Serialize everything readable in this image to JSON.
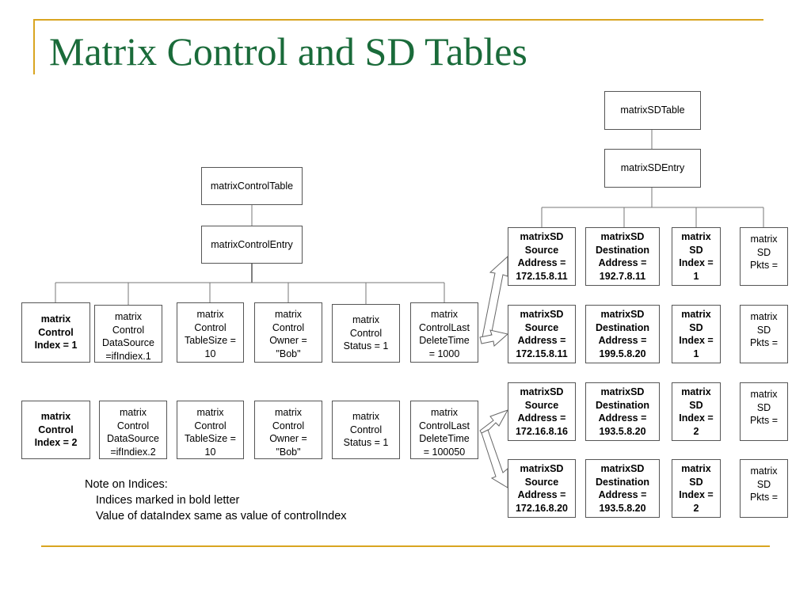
{
  "slide": {
    "title": "Matrix Control and SD Tables",
    "note": {
      "heading": "Note on Indices:",
      "line1": "Indices marked in bold letter",
      "line2": "Value of dataIndex same as value of controlIndex"
    }
  },
  "control": {
    "table": "matrixControlTable",
    "entry": "matrixControlEntry",
    "row1": {
      "index": "matrix\nControl\nIndex = 1",
      "datasource": "matrix\nControl\nDataSource\n=ifIndiex.1",
      "tablesize": "matrix\nControl\nTableSize =\n10",
      "owner": "matrix\nControl\nOwner =\n\"Bob\"",
      "status": "matrix\nControl\nStatus =  1",
      "deletetime": "matrix\nControlLast\nDeleteTime\n= 1000"
    },
    "row2": {
      "index": "matrix\nControl\nIndex = 2",
      "datasource": "matrix\nControl\nDataSource\n=ifIndiex.2",
      "tablesize": "matrix\nControl\nTableSize =\n10",
      "owner": "matrix\nControl\nOwner =\n\"Bob\"",
      "status": "matrix\nControl\nStatus =  1",
      "deletetime": "matrix\nControlLast\nDeleteTime\n= 100050"
    }
  },
  "sd": {
    "table": "matrixSDTable",
    "entry": "matrixSDEntry",
    "rows": [
      {
        "source": "matrixSD\nSource\nAddress =\n172.15.8.11",
        "dest": "matrixSD\nDestination\nAddress =\n192.7.8.11",
        "index": "matrix\nSD\nIndex =\n1",
        "pkts": "matrix\nSD\nPkts ="
      },
      {
        "source": "matrixSD\nSource\nAddress =\n172.15.8.11",
        "dest": "matrixSD\nDestination\nAddress =\n199.5.8.20",
        "index": "matrix\nSD\nIndex =\n1",
        "pkts": "matrix\nSD\nPkts ="
      },
      {
        "source": "matrixSD\nSource\nAddress =\n172.16.8.16",
        "dest": "matrixSD\nDestination\nAddress =\n193.5.8.20",
        "index": "matrix\nSD\nIndex =\n2",
        "pkts": "matrix\nSD\nPkts ="
      },
      {
        "source": "matrixSD\nSource\nAddress =\n172.16.8.20",
        "dest": "matrixSD\nDestination\nAddress =\n193.5.8.20",
        "index": "matrix\nSD\nIndex =\n2",
        "pkts": "matrix\nSD\nPkts ="
      }
    ]
  },
  "colors": {
    "title": "#1a6b3a",
    "rule": "#d9a521",
    "border": "#555555"
  }
}
